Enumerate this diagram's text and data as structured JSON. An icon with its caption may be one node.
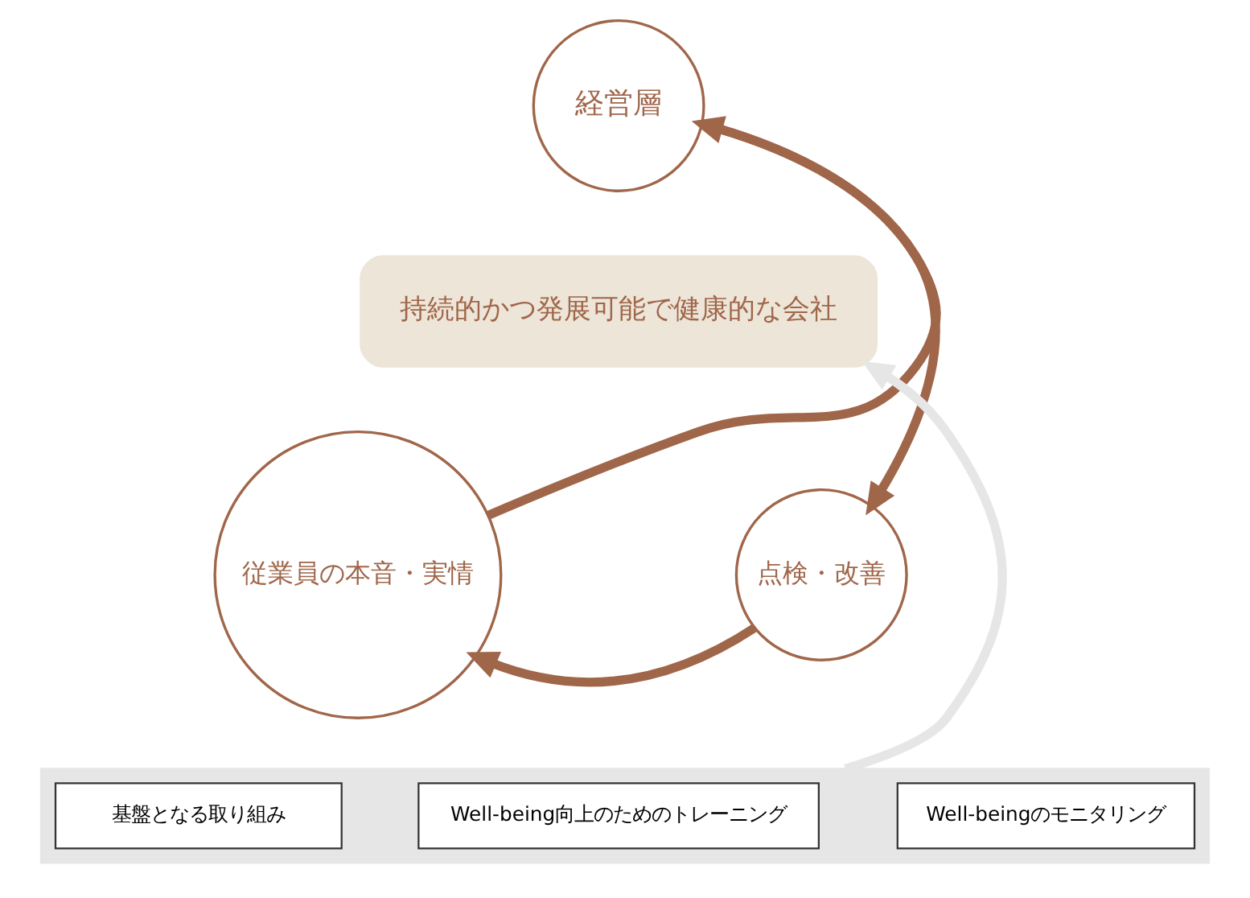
{
  "diagram": {
    "nodes": [
      {
        "text": [
          "経営層"
        ]
      },
      {
        "text": [
          "持続的かつ発展可能で健康的な会社"
        ]
      },
      {
        "text": [
          "従業員の本音・実情"
        ]
      },
      {
        "text": [
          "点検・改善"
        ]
      },
      {
        "text": [],
        "shape": "box"
      },
      {
        "text": [
          "基盤となる取り組み"
        ],
        "in": 4
      },
      {
        "text": [
          "Well-being向上のためのトレーニング"
        ],
        "in": 4
      },
      {
        "text": [
          "Well-beingのモニタリング"
        ],
        "in": 4
      }
    ],
    "edges": [
      {
        "from": 2,
        "to": 0,
        "arrow": "to"
      },
      {
        "from": 0,
        "to": 3,
        "arrow": "to"
      },
      {
        "from": 3,
        "to": 2,
        "arrow": "to"
      },
      {
        "from": 4,
        "to": 1,
        "arrow": "to",
        "color": "#e6e6e6"
      }
    ]
  }
}
